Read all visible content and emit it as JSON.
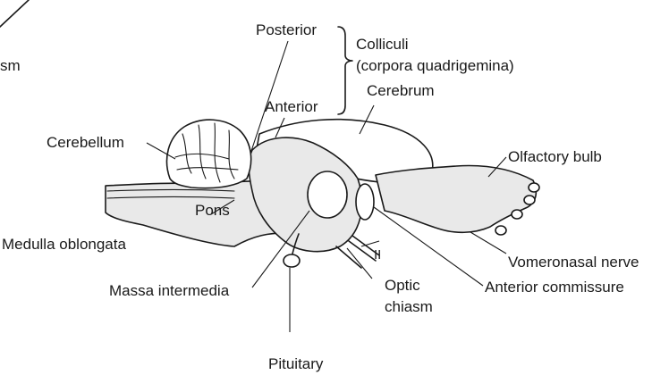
{
  "labels": {
    "posterior": "Posterior",
    "colliculi_line1": "Colliculi",
    "colliculi_line2": "(corpora quadrigemina)",
    "cerebrum": "Cerebrum",
    "anterior": "Anterior",
    "cerebellum": "Cerebellum",
    "olfactory_bulb": "Olfactory bulb",
    "pons": "Pons",
    "medulla": "Medulla oblongata",
    "nerve_ii": "II",
    "vomeronasal": "Vomeronasal nerve",
    "massa": "Massa intermedia",
    "optic_line1": "Optic",
    "optic_line2": "chiasm",
    "anterior_commissure": "Anterior commissure",
    "pituitary": "Pituitary",
    "cropped_left": "sm"
  }
}
